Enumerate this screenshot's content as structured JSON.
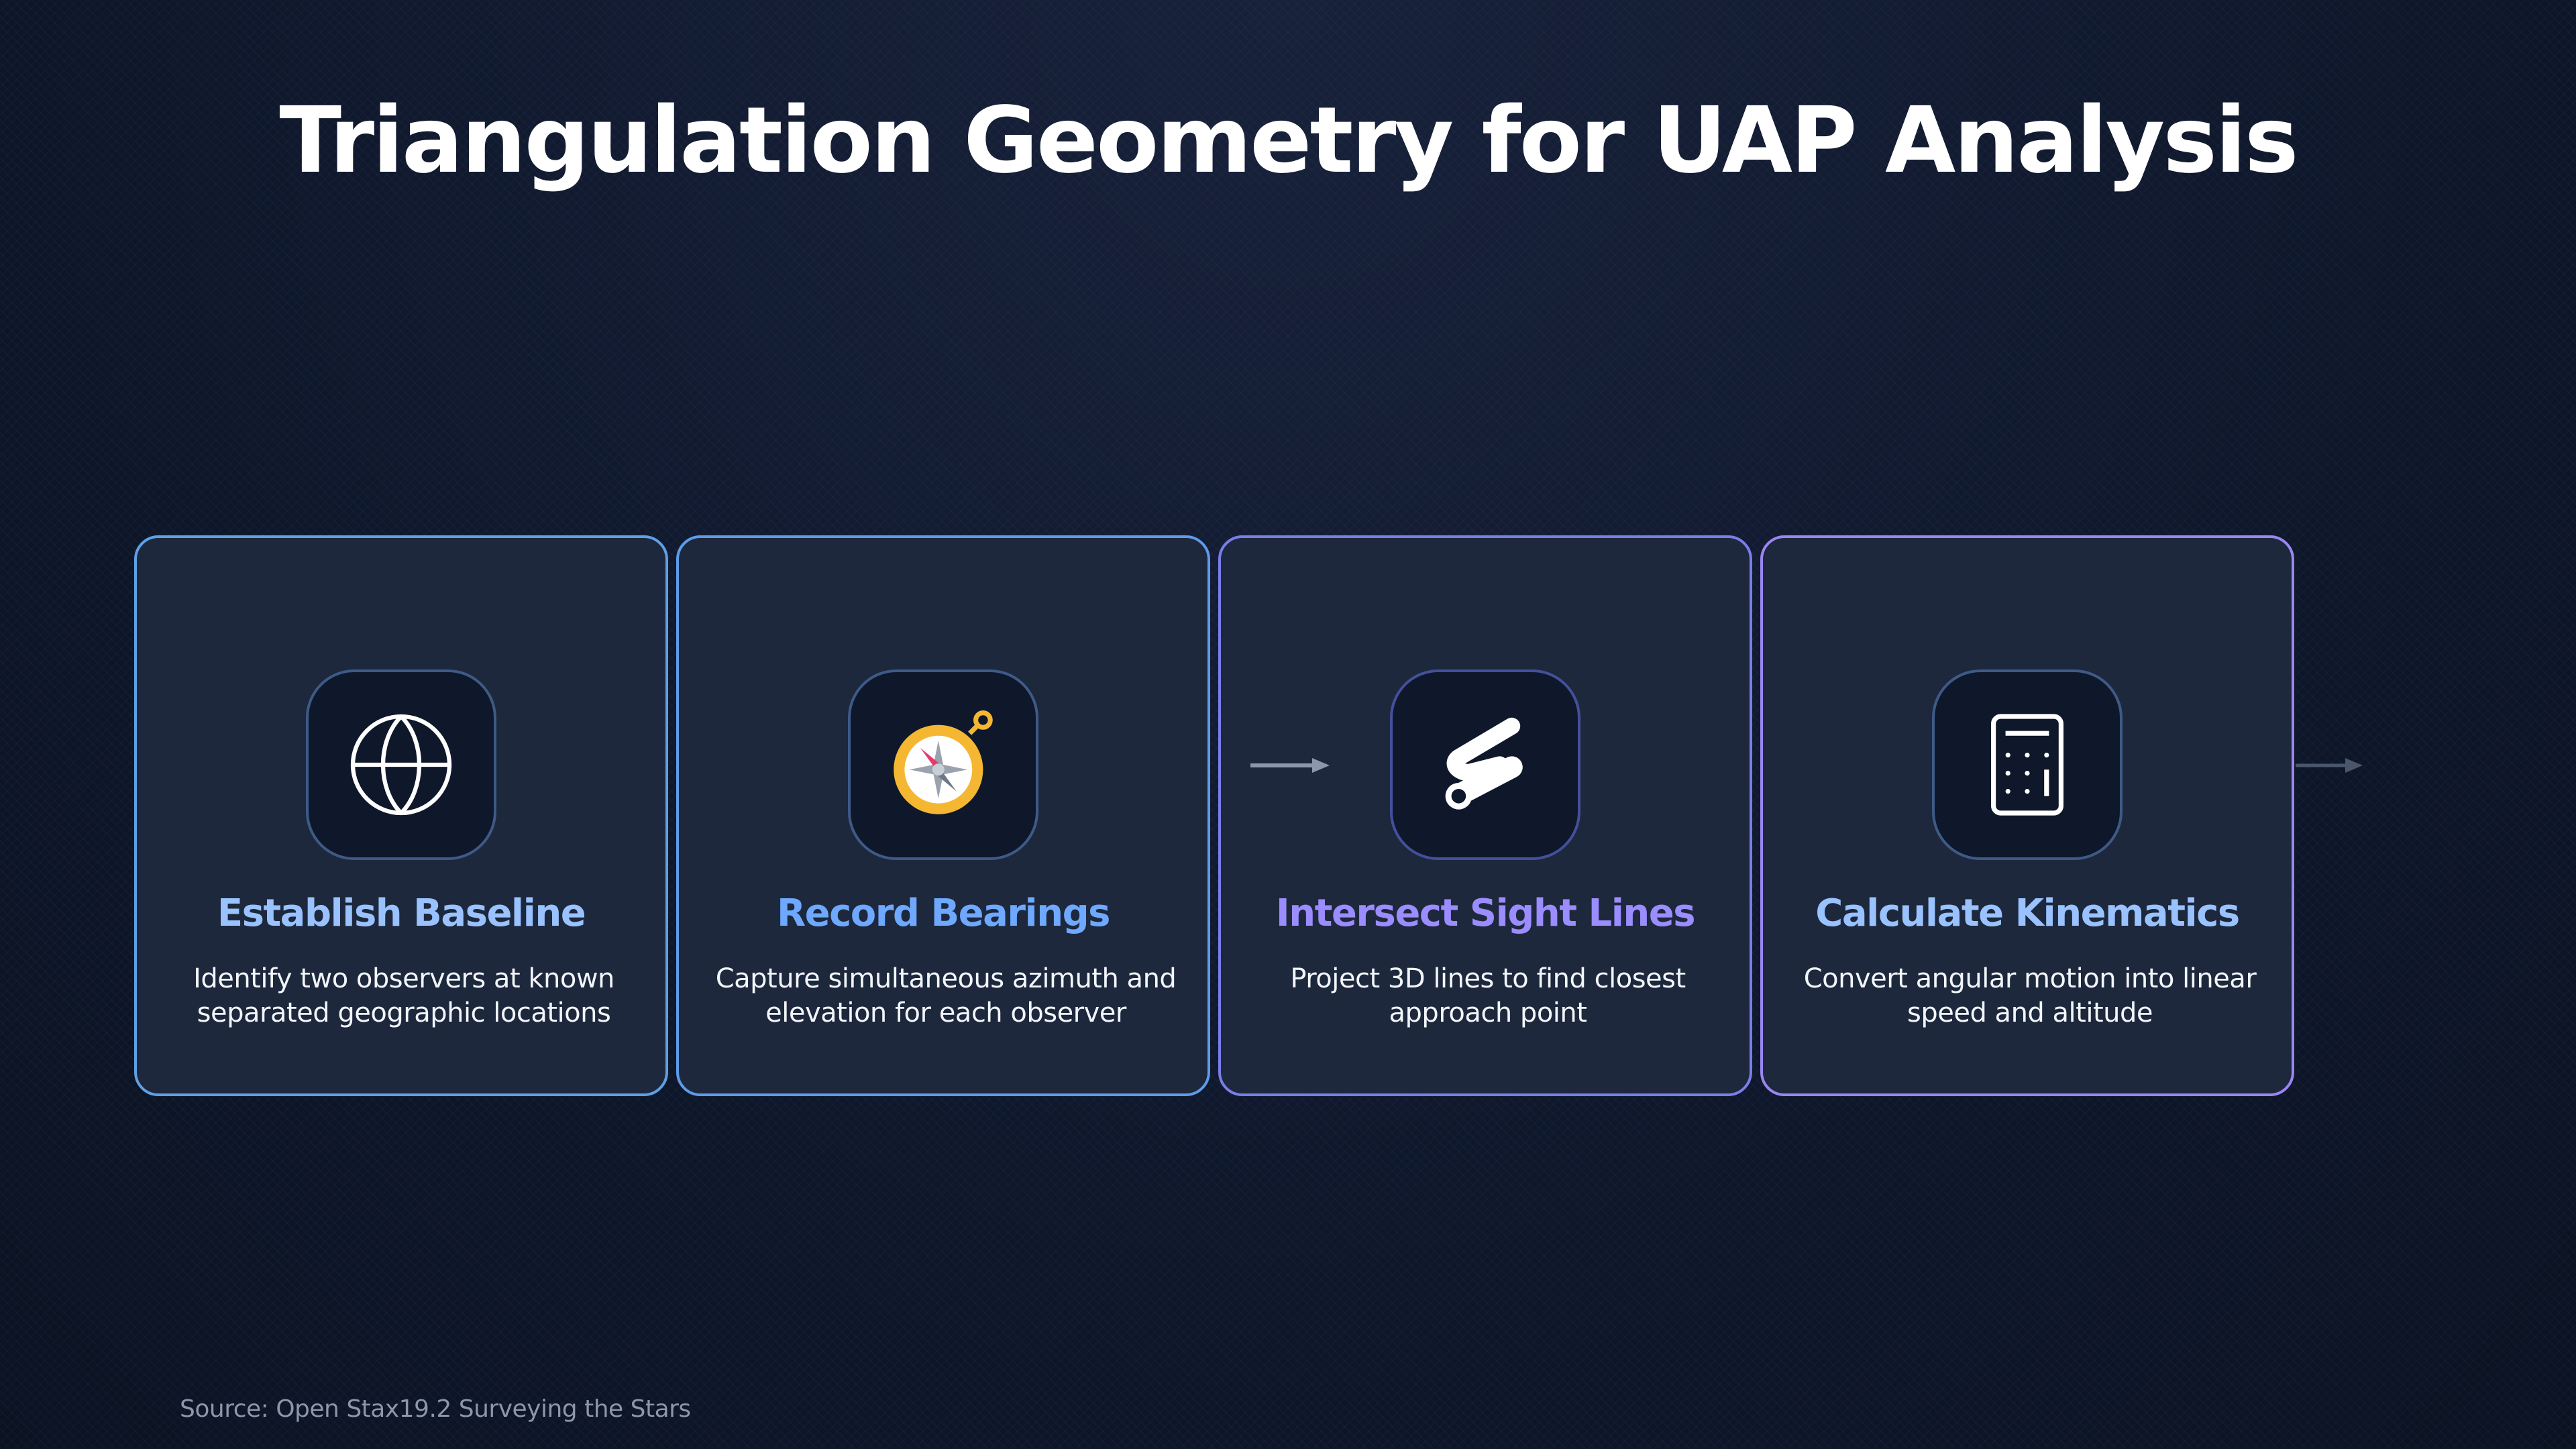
{
  "title": "Triangulation Geometry for UAP Analysis",
  "colors": {
    "background": "#0e172b",
    "card_background": "#1d283c",
    "icon_background": "#0f172b",
    "title_blue": "#99c2ff",
    "title_mid_blue": "#6ea8ff",
    "title_violet": "#9b8cff",
    "card_border_1": "#5ea0e6",
    "card_border_2": "#5e9be8",
    "card_border_3": "#7a7ee8",
    "card_border_4": "#9a86f2"
  },
  "steps": [
    {
      "title": "Establish Baseline",
      "description": "Identify two observers at known separated geographic locations",
      "icon": "globe-icon"
    },
    {
      "title": "Record Bearings",
      "description": "Capture simultaneous azimuth and elevation for each observer",
      "icon": "compass-icon"
    },
    {
      "title": "Intersect Sight Lines",
      "description": "Project 3D lines to find closest approach point",
      "icon": "pipe-icon"
    },
    {
      "title": "Calculate Kinematics",
      "description": "Convert angular motion into linear speed and altitude",
      "icon": "calculator-icon"
    }
  ],
  "source": "Source: Open Stax19.2 Surveying the Stars"
}
